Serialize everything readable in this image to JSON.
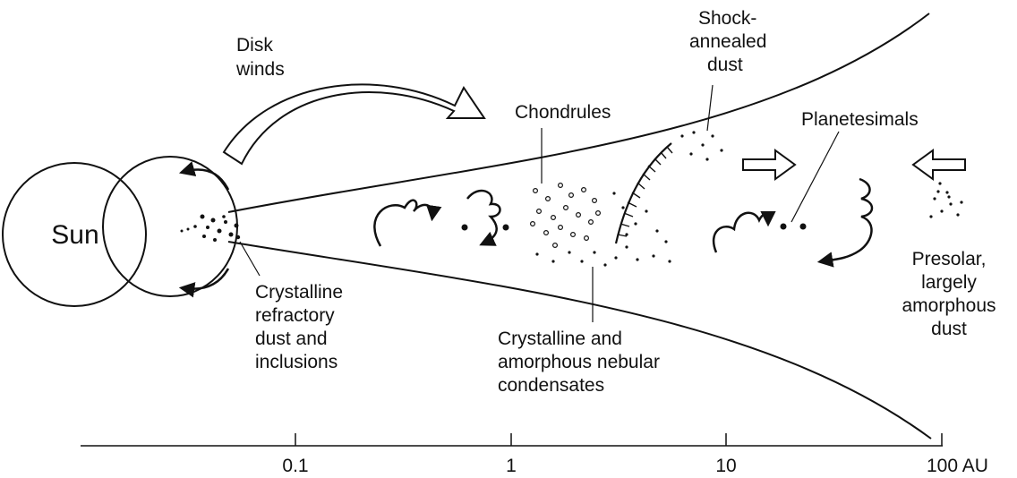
{
  "sun": "Sun",
  "labels": {
    "disk_winds": [
      "Disk",
      "winds"
    ],
    "shock_annealed": [
      "Shock-",
      "annealed",
      "dust"
    ],
    "chondrules": "Chondrules",
    "planetesimals": "Planetesimals",
    "crystalline_refractory": [
      "Crystalline",
      "refractory",
      "dust and",
      "inclusions"
    ],
    "crystalline_amorphous": [
      "Crystalline and",
      "amorphous nebular",
      "condensates"
    ],
    "presolar": [
      "Presolar,",
      "largely",
      "amorphous",
      "dust"
    ]
  },
  "axis": {
    "ticks": [
      "0.1",
      "1",
      "10",
      "100 AU"
    ]
  }
}
